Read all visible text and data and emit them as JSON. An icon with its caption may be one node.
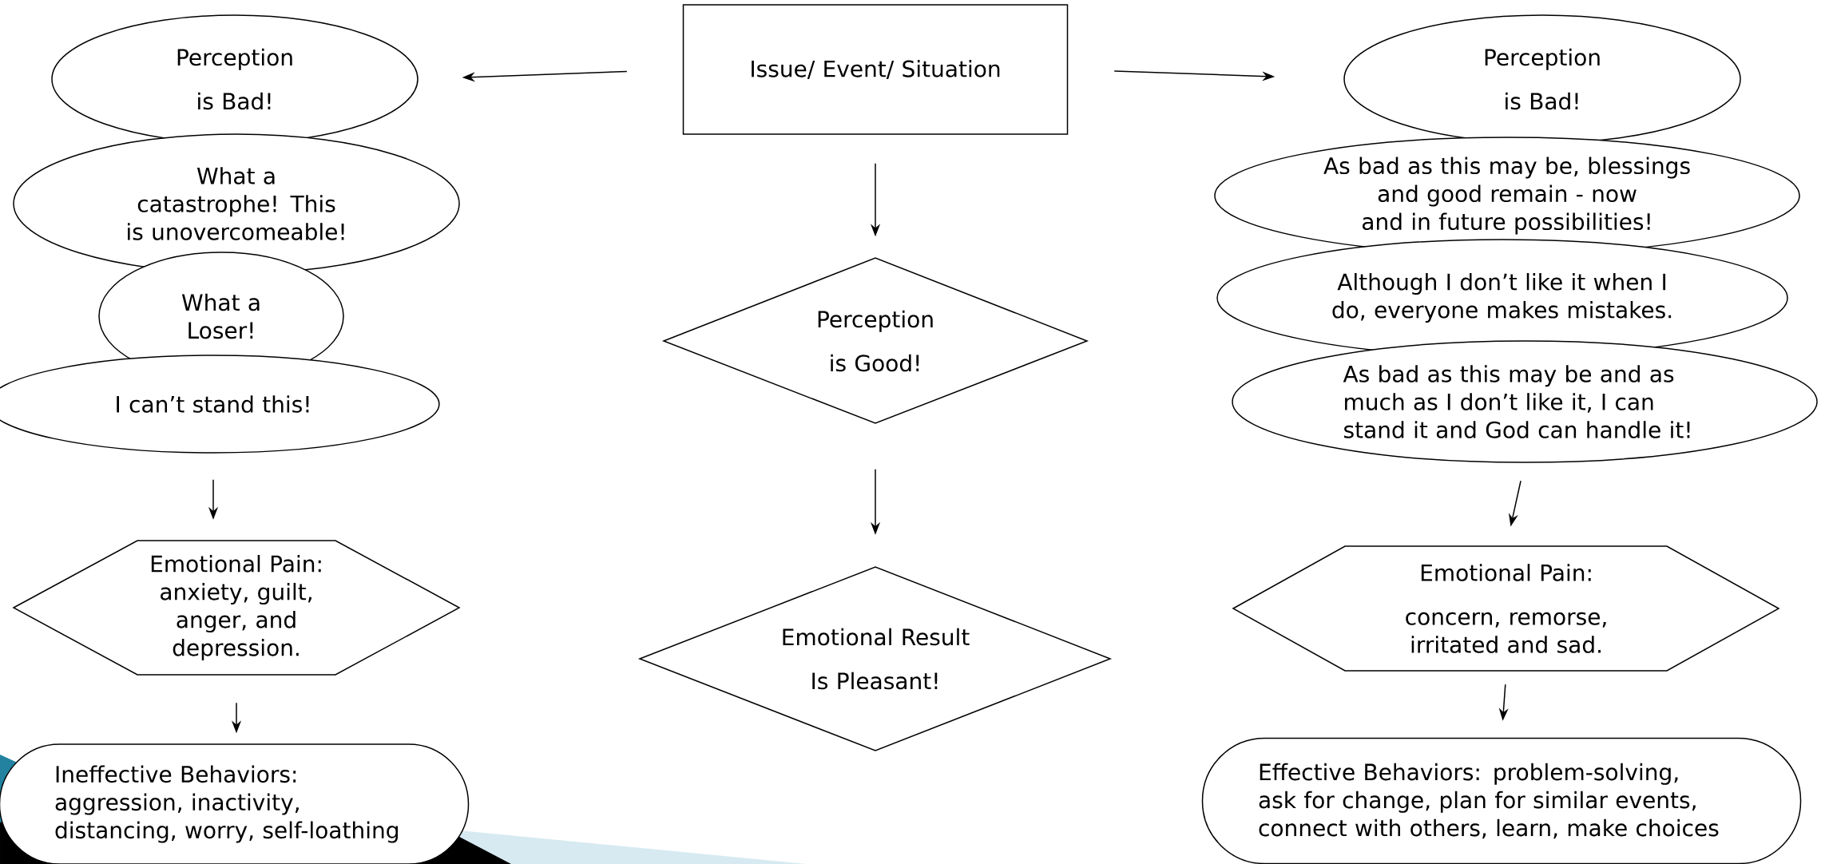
{
  "diagram": {
    "nodes": [
      {
        "text": [
          "Issue/ Event/ Situation"
        ]
      },
      {
        "text": [
          "Perception is Bad!"
        ]
      },
      {
        "text": [
          "What a catastrophe! This is unovercomeable!"
        ]
      },
      {
        "text": [
          "What a Loser!"
        ]
      },
      {
        "text": [
          "I can’t stand this!"
        ]
      },
      {
        "text": [
          "Emotional Pain: anxiety, guilt, anger, and depression."
        ]
      },
      {
        "text": [
          "Ineffective Behaviors: aggression, inactivity, distancing, worry, self-loathing"
        ]
      },
      {
        "text": [
          "Perception is Good!"
        ]
      },
      {
        "text": [
          "Emotional Result Is Pleasant!"
        ]
      },
      {
        "text": [
          "Perception is Bad!"
        ]
      },
      {
        "text": [
          "As bad as this may be, blessings and good remain - now and in future possibilities!"
        ]
      },
      {
        "text": [
          "Although I don’t like it when I do, everyone makes mistakes."
        ]
      },
      {
        "text": [
          "As bad as this may be and as much as I don’t like it, I can stand it and God can handle it!"
        ]
      },
      {
        "text": [
          "Emotional Pain:",
          "concern, remorse, irritated and sad."
        ]
      },
      {
        "text": [
          "Effective Behaviors: problem-solving, ask for change, plan for similar events, connect with others, learn, make choices"
        ]
      }
    ],
    "edges": [
      {
        "from": 0,
        "to": 1,
        "arrow": "to"
      },
      {
        "from": 0,
        "to": 9,
        "arrow": "to"
      },
      {
        "from": 0,
        "to": 7,
        "arrow": "to"
      },
      {
        "from": 4,
        "to": 5,
        "arrow": "to"
      },
      {
        "from": 5,
        "to": 6,
        "arrow": "to"
      },
      {
        "from": 7,
        "to": 8,
        "arrow": "to"
      },
      {
        "from": 12,
        "to": 13,
        "arrow": "to"
      },
      {
        "from": 13,
        "to": 14,
        "arrow": "to"
      }
    ]
  }
}
